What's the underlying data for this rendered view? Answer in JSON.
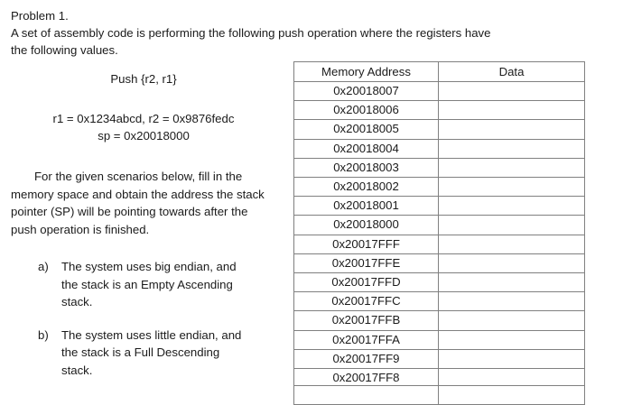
{
  "document": {
    "problem_heading": "Problem 1.",
    "intro_line_1": " A set of assembly code is performing the following push operation where the registers have",
    "intro_line_2": "the following values.",
    "push_instruction": "Push {r2, r1}",
    "registers_line": "r1 = 0x1234abcd, r2 = 0x9876fedc",
    "sp_line": "sp = 0x20018000",
    "instructions_paragraph": "For the given scenarios below, fill in the memory space and obtain the address the stack pointer (SP) will be pointing towards after the push operation is finished.",
    "scenarios": [
      {
        "marker": "a)",
        "text": "The system uses big endian, and the stack is an Empty Ascending stack."
      },
      {
        "marker": "b)",
        "text": "The system uses little endian, and the stack is a Full Descending stack."
      }
    ]
  },
  "memory_table": {
    "headers": [
      "Memory Address",
      "Data"
    ],
    "rows": [
      {
        "address": "0x20018007",
        "data": ""
      },
      {
        "address": "0x20018006",
        "data": ""
      },
      {
        "address": "0x20018005",
        "data": ""
      },
      {
        "address": "0x20018004",
        "data": ""
      },
      {
        "address": "0x20018003",
        "data": ""
      },
      {
        "address": "0x20018002",
        "data": ""
      },
      {
        "address": "0x20018001",
        "data": ""
      },
      {
        "address": "0x20018000",
        "data": ""
      },
      {
        "address": "0x20017FFF",
        "data": ""
      },
      {
        "address": "0x20017FFE",
        "data": ""
      },
      {
        "address": "0x20017FFD",
        "data": ""
      },
      {
        "address": "0x20017FFC",
        "data": ""
      },
      {
        "address": "0x20017FFB",
        "data": ""
      },
      {
        "address": "0x20017FFA",
        "data": ""
      },
      {
        "address": "0x20017FF9",
        "data": ""
      },
      {
        "address": "0x20017FF8",
        "data": ""
      }
    ]
  },
  "memory_table_partial": {
    "rows": [
      {
        "address": "",
        "data": ""
      }
    ]
  },
  "colors": {
    "text": "#1b1b1b",
    "border": "#808080",
    "background": "#ffffff"
  }
}
